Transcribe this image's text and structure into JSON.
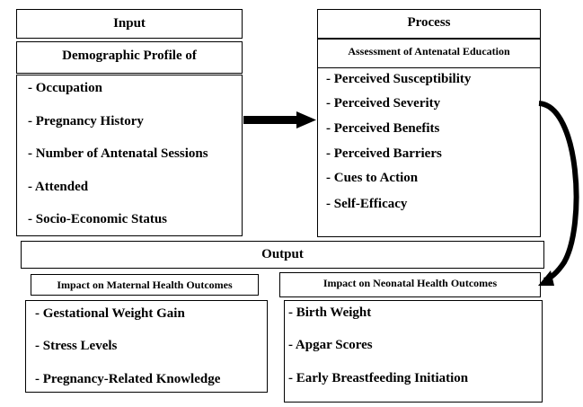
{
  "input": {
    "title": "Input",
    "subtitle": "Demographic Profile of",
    "items": [
      "- Occupation",
      "- Pregnancy History",
      "- Number of Antenatal Sessions",
      "- Attended",
      "- Socio-Economic Status"
    ]
  },
  "process": {
    "title": "Process",
    "subtitle": "Assessment  of Antenatal Education",
    "items": [
      "- Perceived Susceptibility",
      "- Perceived Severity",
      "- Perceived Benefits",
      "- Perceived Barriers",
      "- Cues to Action",
      "- Self-Efficacy"
    ]
  },
  "output": {
    "title": "Output",
    "maternal": {
      "title": "Impact on Maternal Health Outcomes",
      "items": [
        "- Gestational Weight Gain",
        "- Stress Levels",
        "- Pregnancy-Related Knowledge"
      ]
    },
    "neonatal": {
      "title": "Impact on Neonatal Health Outcomes",
      "items": [
        "- Birth Weight",
        "- Apgar Scores",
        "- Early Breastfeeding Initiation"
      ]
    }
  }
}
